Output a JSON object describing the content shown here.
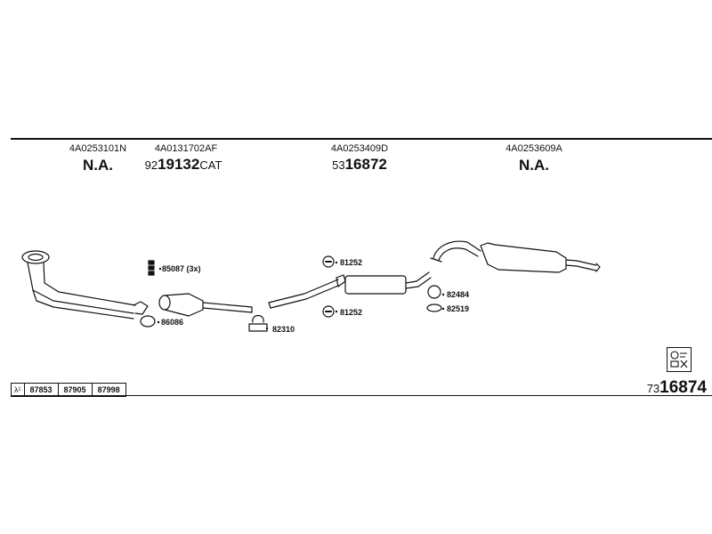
{
  "header": {
    "columns": [
      {
        "oem": "4A0253101N",
        "ref_small": "",
        "ref_big": "",
        "ref_suffix": "",
        "big": "N.A."
      },
      {
        "oem": "4A0131702AF",
        "ref_small": "92",
        "ref_big": "19132",
        "ref_suffix": "CAT",
        "big": ""
      },
      {
        "oem": "4A0253409D",
        "ref_small": "53",
        "ref_big": "16872",
        "ref_suffix": "",
        "big": ""
      },
      {
        "oem": "4A0253609A",
        "ref_small": "",
        "ref_big": "",
        "ref_suffix": "",
        "big": "N.A."
      }
    ]
  },
  "parts": {
    "p85087": "85087 (3x)",
    "p86086": "86086",
    "p82310": "82310",
    "p81252_top": "81252",
    "p81252_bottom": "81252",
    "p82484": "82484",
    "p82519": "82519"
  },
  "lambda_table": {
    "symbol": "λ¹",
    "cells": [
      "87853",
      "87905",
      "87998"
    ]
  },
  "footer": {
    "code_small": "73",
    "code_big": "16874"
  }
}
